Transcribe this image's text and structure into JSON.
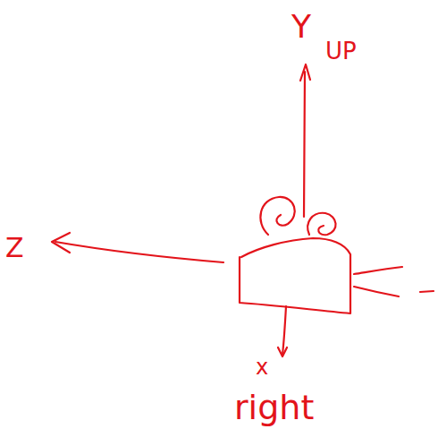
{
  "diagram": {
    "labels": [
      "Y",
      "UP",
      "Z",
      "x",
      "right"
    ]
  }
}
